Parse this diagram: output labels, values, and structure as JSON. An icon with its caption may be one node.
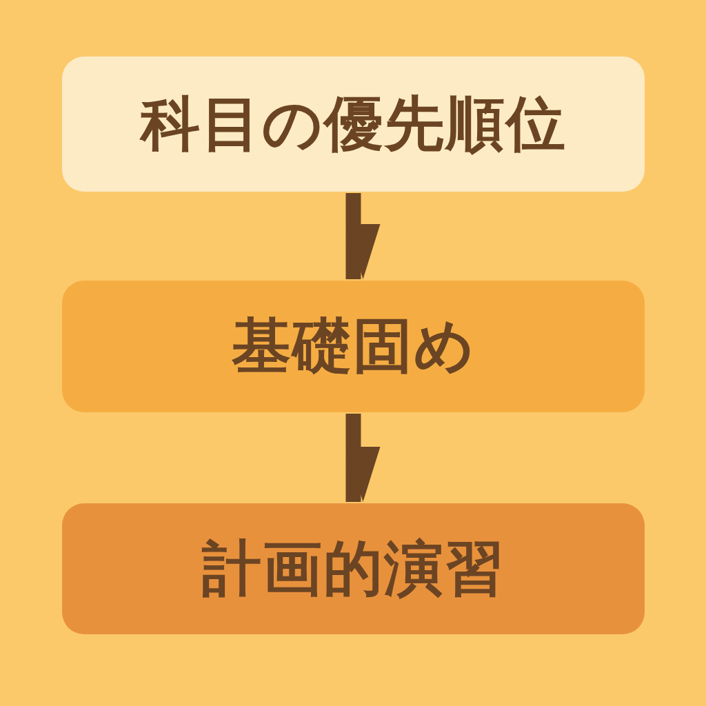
{
  "diagram": {
    "nodes": [
      {
        "text": [
          "科目の優先順位"
        ]
      },
      {
        "text": [
          "基礎固め"
        ]
      },
      {
        "text": [
          "計画的演習"
        ]
      }
    ],
    "edges": [
      {
        "from": 0,
        "to": 1,
        "arrow": "to"
      },
      {
        "from": 1,
        "to": 2,
        "arrow": "to"
      }
    ]
  }
}
